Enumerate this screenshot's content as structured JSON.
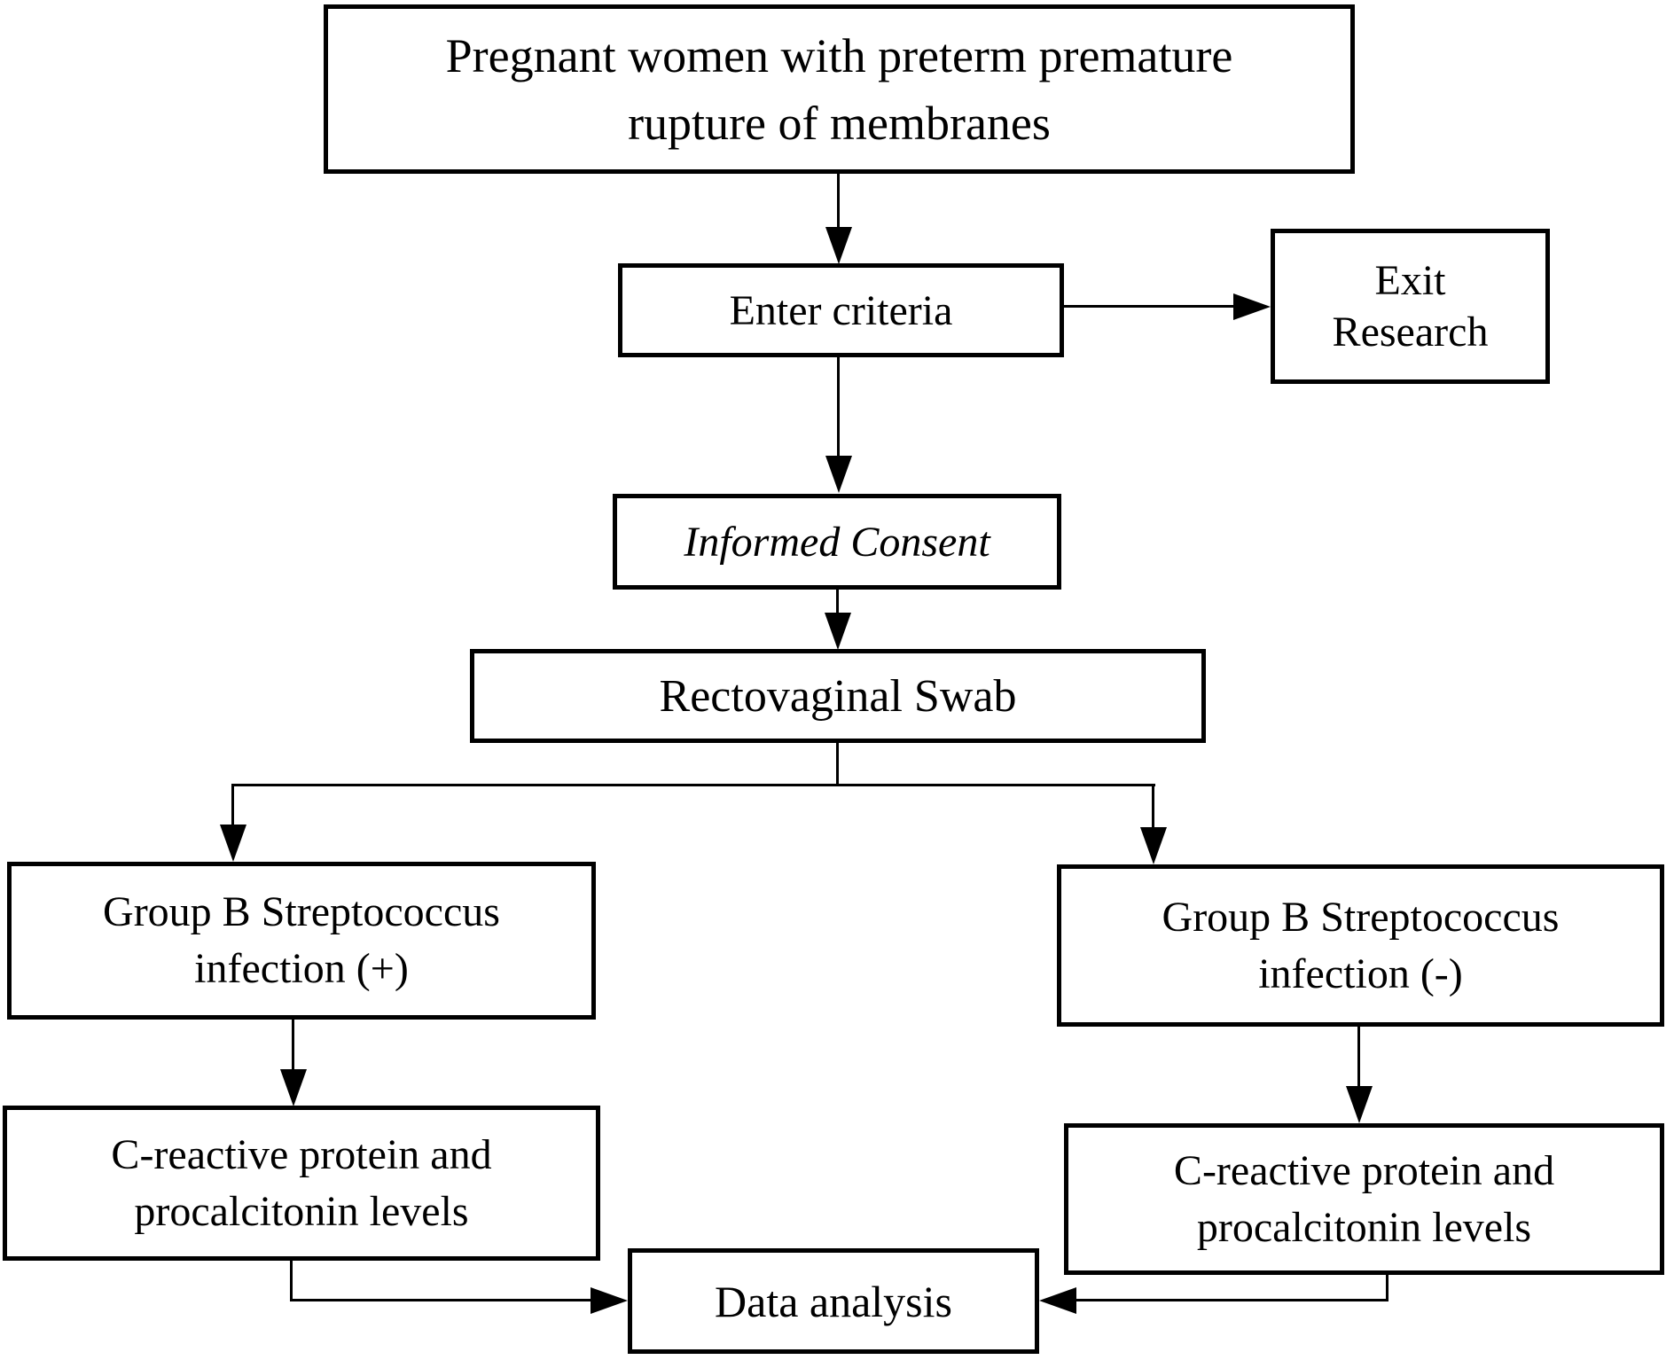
{
  "diagram": {
    "type": "flowchart",
    "nodes": {
      "pprom": {
        "lines": [
          "Pregnant women with preterm premature",
          "rupture of membranes"
        ]
      },
      "enter": {
        "lines": [
          "Enter criteria"
        ]
      },
      "exit": {
        "lines": [
          "Exit",
          "Research"
        ]
      },
      "consent": {
        "lines": [
          "Informed Consent"
        ]
      },
      "swab": {
        "lines": [
          "Rectovaginal Swab"
        ]
      },
      "gbsp": {
        "lines": [
          "Group B Streptococcus",
          "infection (+)"
        ]
      },
      "gbsn": {
        "lines": [
          "Group B Streptococcus",
          "infection (-)"
        ]
      },
      "crpl": {
        "lines": [
          "C-reactive protein and",
          "procalcitonin levels"
        ]
      },
      "crpr": {
        "lines": [
          "C-reactive protein and",
          "procalcitonin levels"
        ]
      },
      "data": {
        "lines": [
          "Data analysis"
        ]
      }
    },
    "edges": [
      {
        "from": "pprom",
        "to": "enter"
      },
      {
        "from": "enter",
        "to": "exit"
      },
      {
        "from": "enter",
        "to": "consent"
      },
      {
        "from": "consent",
        "to": "swab"
      },
      {
        "from": "swab",
        "to": "gbsp"
      },
      {
        "from": "swab",
        "to": "gbsn"
      },
      {
        "from": "gbsp",
        "to": "crpl"
      },
      {
        "from": "gbsn",
        "to": "crpr"
      },
      {
        "from": "crpl",
        "to": "data"
      },
      {
        "from": "crpr",
        "to": "data"
      }
    ],
    "colors": {
      "line": "#000000",
      "box_fill": "#ffffff",
      "background": "#ffffff",
      "text": "#000000"
    }
  }
}
